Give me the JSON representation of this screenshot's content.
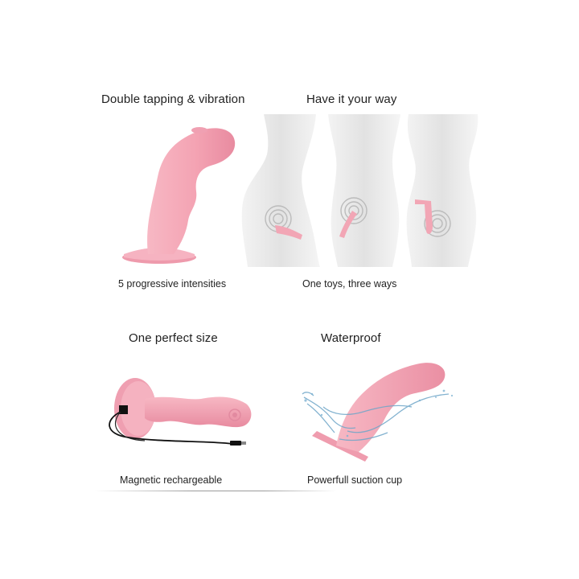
{
  "features": [
    {
      "heading": "Double tapping & vibration",
      "caption": "5 progressive intensities",
      "image": "pink-curved-toy-standing"
    },
    {
      "heading": "Have it your way",
      "caption": "One toys, three ways",
      "image": "three-body-silhouettes"
    },
    {
      "heading": "One perfect size",
      "caption": "Magnetic rechargeable",
      "image": "toy-with-magnetic-charging-cable"
    },
    {
      "heading": "Waterproof",
      "caption": "Powerfull suction cup",
      "image": "toy-with-water-splash"
    }
  ],
  "colors": {
    "product_pink": "#f4a5b4",
    "product_pink_dark": "#e88ba0",
    "silhouette_gray": "#e6e6e6",
    "text": "#1f1f1f"
  }
}
